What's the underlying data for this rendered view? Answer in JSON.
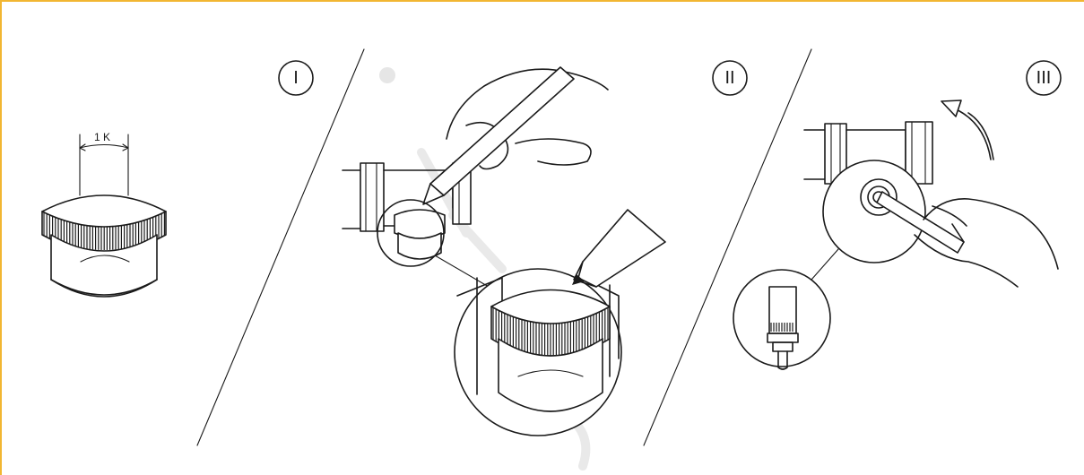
{
  "steps": [
    {
      "label": "I"
    },
    {
      "label": "II"
    },
    {
      "label": "III"
    }
  ],
  "dimension": {
    "label": "1 K"
  },
  "colors": {
    "frame": "#f2b632",
    "ink": "#1a1a1a"
  }
}
